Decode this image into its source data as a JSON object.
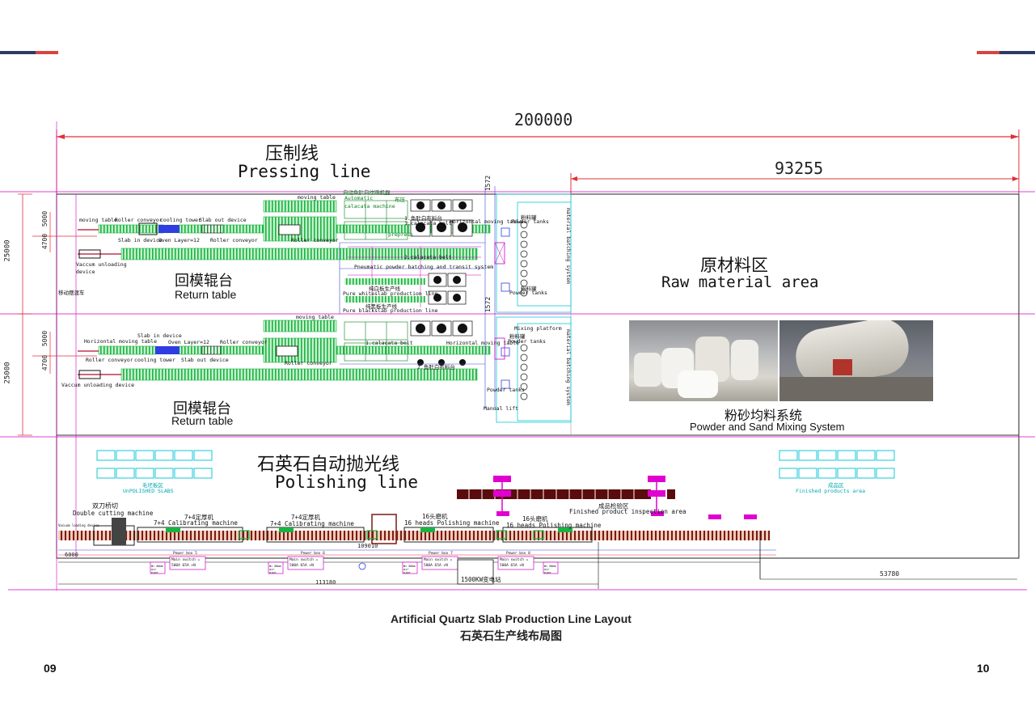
{
  "dimensions": {
    "total_length": "200000",
    "raw_area_length": "93255",
    "polishing_length": "113180",
    "polishing_mid": "109010",
    "polishing_right": "53780",
    "polishing_left": "6000",
    "row_height_1": "25000",
    "row_height_2": "25000",
    "sub_4700_a": "4700",
    "sub_5000_a": "5000",
    "sub_4700_b": "4700",
    "sub_5000_b": "5000",
    "lift_a": "1572",
    "lift_b": "1572"
  },
  "zones": {
    "pressing_zh": "压制线",
    "pressing_en": "Pressing line",
    "return_zh_1": "回模辊台",
    "return_en_1": "Return table",
    "return_zh_2": "回模辊台",
    "return_en_2": "Return table",
    "raw_zh": "原材料区",
    "raw_en": "Raw material  area",
    "mixing_zh": "粉砂均料系统",
    "mixing_en": "Powder and Sand Mixing System",
    "polishing_zh": "石英石自动抛光线",
    "polishing_en": "Polishing line"
  },
  "labels": {
    "moving_table_1": "moving table",
    "roller_conveyor_1": "Roller conveyor",
    "cooling_tower_1": "cooling tower",
    "slab_out_device_1": "Slab out device",
    "slab_in_device_1": "Slab in device",
    "oven_layer_1": "Oven Layer=12",
    "roller_conveyor_2": "Roller conveyor",
    "roller_conveyor_3": "Roller conveyor",
    "vacuum_unloading_1": "Vaccum unloading",
    "vacuum_device_1": "device",
    "moving_ferry_zh": "移动摆渡车",
    "moving_table_top": "moving table",
    "auto_calacata_zh": "自动鱼肚白纹路机器",
    "automatic_calacata": "Automatic",
    "calacata_machine": "calacata machine",
    "press_zh": "布压",
    "prepress_1": "prepress",
    "fish_belly_zh": "1.鱼肚白布料台",
    "calacata_belt_1": "1.calacata belt",
    "calacata_belt_2": "2.calacata belt",
    "horizontal_moving_1": "Horizontal moving table",
    "powder_tank_zh_1": "粉料罐",
    "powder_tanks_1": "Powder tanks",
    "material_batching_1": "material batching system",
    "pneumatic": "Pneumatic powder batching and transit system",
    "pure_white_zh": "纯白板生产线",
    "pure_white": "Pure whiteslab production line",
    "pure_black_zh": "纯黑板生产线",
    "pure_black": "Pure blackslab production line",
    "powder_tank_zh_2": "粉料罐",
    "powder_tanks_2": "Powder tanks",
    "moving_table_2": "moving table",
    "slab_in_device_2": "Slab in device",
    "horizontal_moving_2": "Horizontal moving table",
    "oven_layer_2": "Oven Layer=12",
    "roller_conveyor_4": "Roller conveyor",
    "roller_conveyor_5": "Roller conveyor",
    "cooling_tower_2": "cooling tower",
    "slab_out_device_2": "Slab out device",
    "roller_conveyor_6": "Roller conveyor",
    "vacuum_unloading_2": "Vaccum unloading device",
    "calacata_belt_3": "1.calacata belt",
    "horizontal_moving_3": "Horizontal moving table",
    "fish_belly_zh_2": "2.鱼肚白布料台",
    "mixing_platform": "Mixing platform",
    "powder_tank_zh_3": "粉料罐",
    "powder_tanks_3": "Powder tanks",
    "material_batching_2": "material batching system",
    "powder_tanks_4": "Powder tanks",
    "manual_lift": "Manual lift",
    "unpolished_zh": "毛坯板区",
    "unpolished_en": "UnPOLISHED  SLABS",
    "finished_zh": "成品区",
    "finished_en": "Finished products area",
    "double_cut_zh": "双刀桥切",
    "double_cut_en": "Double  cutting machine",
    "calib_zh_1": "7+4定厚机",
    "calib_en_1": "7+4 Calibrating machine",
    "calib_zh_2": "7+4定厚机",
    "calib_en_2": "7+4 Calibrating machine",
    "polish_zh_1": "16头磨机",
    "polish_en_1": "16 heads Polishing machine",
    "polish_zh_2": "16头磨机",
    "polish_en_2": "16 heads Polishing machine",
    "inspect_zh": "成品检验区",
    "inspect_en": "Finished product inspection area",
    "transformer": "1500KW变电站",
    "vacuum_loading": "Vacuum loading device"
  },
  "power_boxes": [
    {
      "name": "Power box 5",
      "switch": "Main switch =",
      "rating": "500A   65A +N",
      "pipe": "Φ= 80mm air pipe"
    },
    {
      "name": "Power box 6",
      "switch": "Main switch =",
      "rating": "500A   65A +N",
      "pipe": "Φ= 80mm air pipe"
    },
    {
      "name": "Power box 7",
      "switch": "Main switch =",
      "rating": "500A   65A +N",
      "pipe": "Φ= 80mm air pipe"
    },
    {
      "name": "Power box 8",
      "switch": "Main switch =",
      "rating": "500A   65A +N",
      "pipe": "Φ= 80mm air pipe"
    }
  ],
  "caption": {
    "title_en": "Artificial Quartz Slab Production Line Layout",
    "title_zh": "石英石生产线布局图"
  },
  "pages": {
    "left": "09",
    "right": "10"
  },
  "colors": {
    "accent_red": "#d6453f",
    "accent_navy": "#2b3a67",
    "conveyor_green": "#19b341",
    "oven_blue": "#2f3de3",
    "frame_magenta": "#d000c8",
    "dimension_red": "#e0303a",
    "area_cyan": "#14c7d6"
  }
}
